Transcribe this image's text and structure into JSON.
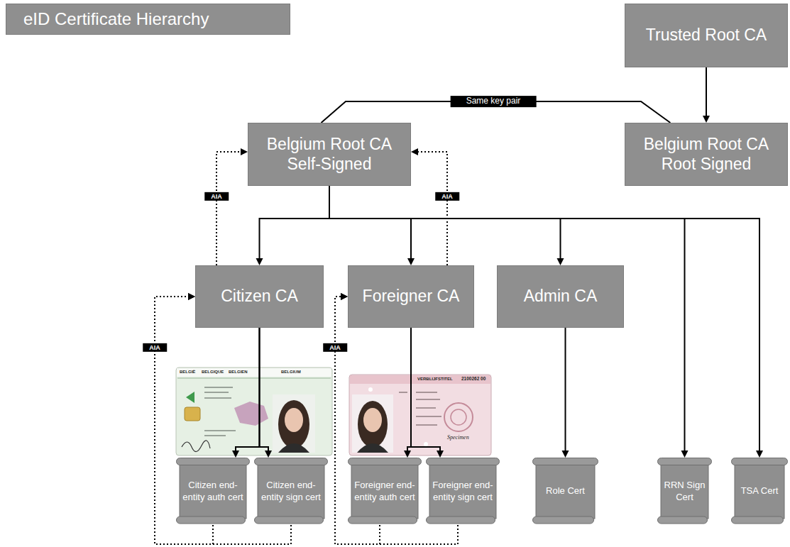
{
  "diagram": {
    "title": "eID Certificate Hierarchy",
    "nodes": [
      {
        "text": [
          "Trusted Root CA"
        ]
      },
      {
        "text": [
          "Belgium Root CA Self-Signed"
        ]
      },
      {
        "text": [
          "Belgium Root CA Root Signed"
        ]
      },
      {
        "text": [
          "Citizen CA"
        ]
      },
      {
        "text": [
          "Foreigner CA"
        ]
      },
      {
        "text": [
          "Admin CA"
        ]
      },
      {
        "text": [
          "Citizen end-entity auth cert"
        ]
      },
      {
        "text": [
          "Citizen end-entity sign cert"
        ]
      },
      {
        "text": [
          "Foreigner end-entity auth cert"
        ]
      },
      {
        "text": [
          "Foreigner end-entity sign cert"
        ]
      },
      {
        "text": [
          "Role Cert"
        ]
      },
      {
        "text": [
          "RRN Sign Cert"
        ]
      },
      {
        "text": [
          "TSA Cert"
        ]
      }
    ],
    "edges": [
      {
        "from": 0,
        "to": 2,
        "arrow": "to"
      },
      {
        "from": 1,
        "to": 2,
        "arrow": "none",
        "label": "Same key pair"
      },
      {
        "from": 1,
        "to": 3,
        "arrow": "to"
      },
      {
        "from": 1,
        "to": 4,
        "arrow": "to"
      },
      {
        "from": 1,
        "to": 5,
        "arrow": "to"
      },
      {
        "from": 1,
        "to": 11,
        "arrow": "to"
      },
      {
        "from": 1,
        "to": 12,
        "arrow": "to"
      },
      {
        "from": 3,
        "to": 6,
        "arrow": "to"
      },
      {
        "from": 3,
        "to": 7,
        "arrow": "to"
      },
      {
        "from": 4,
        "to": 8,
        "arrow": "to"
      },
      {
        "from": 4,
        "to": 9,
        "arrow": "to"
      },
      {
        "from": 5,
        "to": 10,
        "arrow": "to"
      },
      {
        "from": 3,
        "to": 1,
        "arrow": "to",
        "label": "AIA"
      },
      {
        "from": 4,
        "to": 1,
        "arrow": "to",
        "label": "AIA"
      },
      {
        "from": 6,
        "to": 3,
        "arrow": "to",
        "label": "AIA"
      },
      {
        "from": 7,
        "to": 3,
        "arrow": "to"
      },
      {
        "from": 8,
        "to": 4,
        "arrow": "to",
        "label": "AIA"
      },
      {
        "from": 9,
        "to": 4,
        "arrow": "to"
      }
    ],
    "labels": [
      "BELGIË",
      "BELGIQUE",
      "BELGIEN",
      "BELGIUM",
      "VERBLIJFSTITEL",
      "2100262 00",
      "Specimen"
    ]
  }
}
